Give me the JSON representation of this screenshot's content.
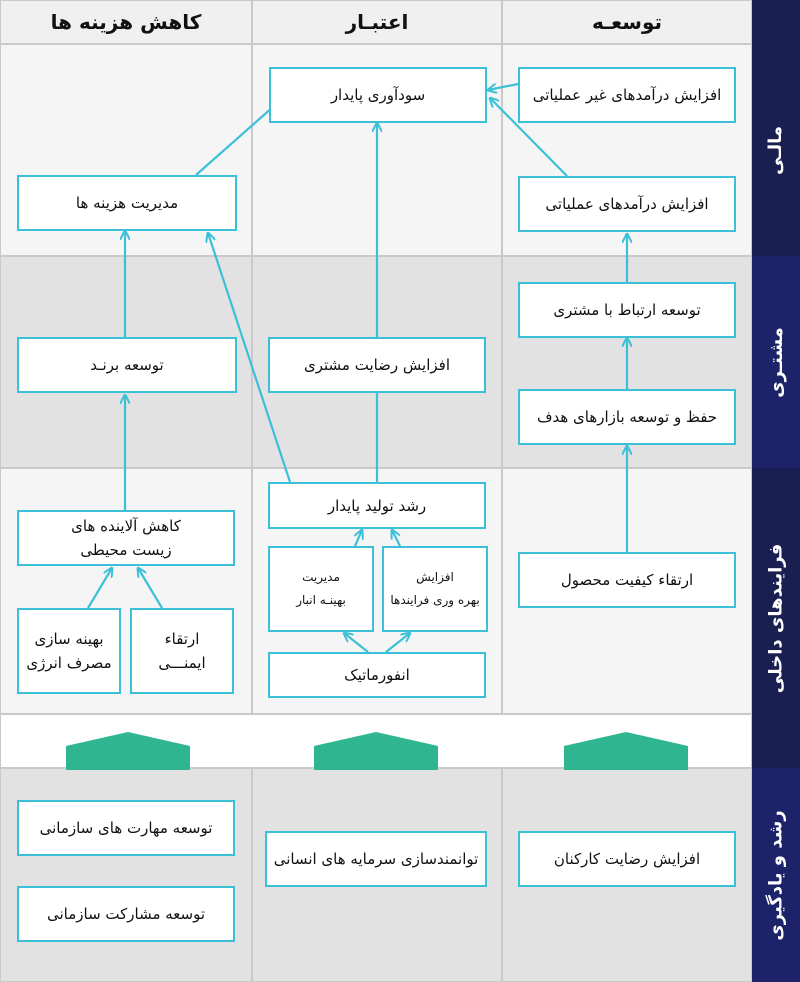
{
  "columns": {
    "cost": "کاهش هزینه ها",
    "credit": "اعتبـار",
    "growth": "توسعـه"
  },
  "rows": {
    "financial": "مالـی",
    "customer": "مشتـری",
    "internal": "فرایندهای داخلی",
    "learning": "رشد و یادگیری"
  },
  "boxes": {
    "profit": "سودآوری پایدار",
    "non_operating_revenue": "افزایش درآمدهای غیر عملیاتی",
    "operating_revenue": "افزایش درآمدهای عملیاتی",
    "cost_management": "مدیریت هزینه ها",
    "customer_relation": "توسعه ارتباط با مشتری",
    "market_retention": "حفظ و توسعه بازارهای هدف",
    "brand": "توسعه برنـد",
    "satisfaction": "افزایش رضایت مشتری",
    "pollutant_line1": "کاهش آلاینده های",
    "pollutant_line2": "زیست محیطی",
    "sustainable_growth": "رشد تولید پایدار",
    "inventory_line1": "مدیریت",
    "inventory_line2": "بهینـه انبار",
    "productivity_line1": "افزایش",
    "productivity_line2": "بهره وری فرایندها",
    "informatics": "انفورماتیک",
    "quality": "ارتقاء کیفیت محصول",
    "energy_line1": "بهینه سازی",
    "energy_line2": "مصرف انرژی",
    "safety_line1": "ارتقاء",
    "safety_line2": "ایمنـــی",
    "org_skills": "توسعه مهارت های سازمانی",
    "org_participation": "توسعه مشارکت سازمانی",
    "human_capital": "توانمندسازی سرمایه های انسانی",
    "employee_satisfaction": "افزایش رضایت کارکنان"
  },
  "colors": {
    "arrow": "#3cc0d8",
    "box_border": "#3cc0d8",
    "side_band": "#1a1f52",
    "house": "#2fb58f"
  },
  "icons": {
    "foundation": "house-roof-icon"
  }
}
